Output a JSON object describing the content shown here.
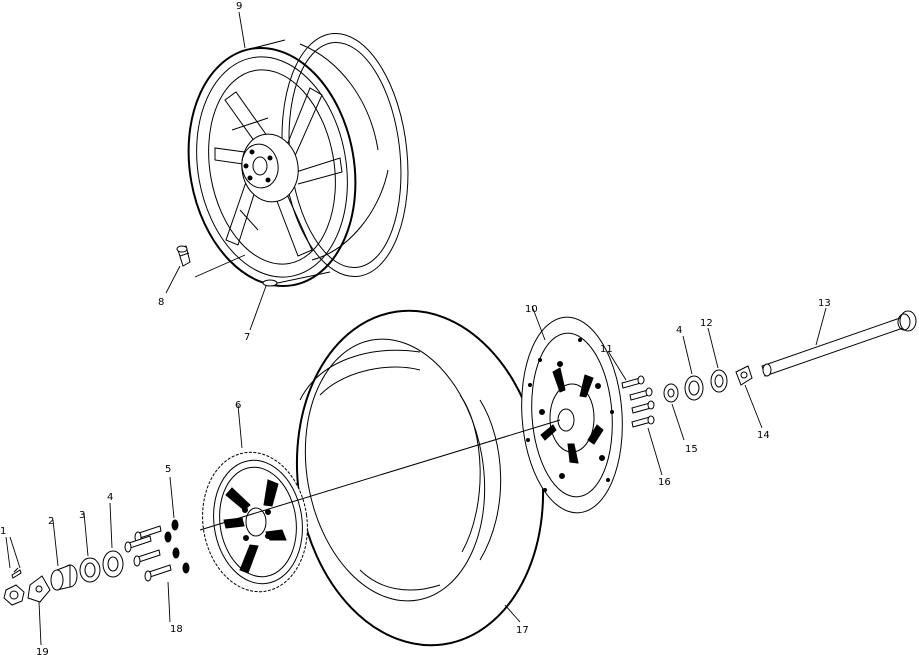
{
  "callouts": {
    "c1": "1",
    "c2": "2",
    "c3": "3",
    "c4a": "4",
    "c4b": "4",
    "c5": "5",
    "c6": "6",
    "c7": "7",
    "c8": "8",
    "c9": "9",
    "c10": "10",
    "c11": "11",
    "c12": "12",
    "c13": "13",
    "c14": "14",
    "c15": "15",
    "c16": "16",
    "c17": "17",
    "c18": "18",
    "c19": "19"
  }
}
